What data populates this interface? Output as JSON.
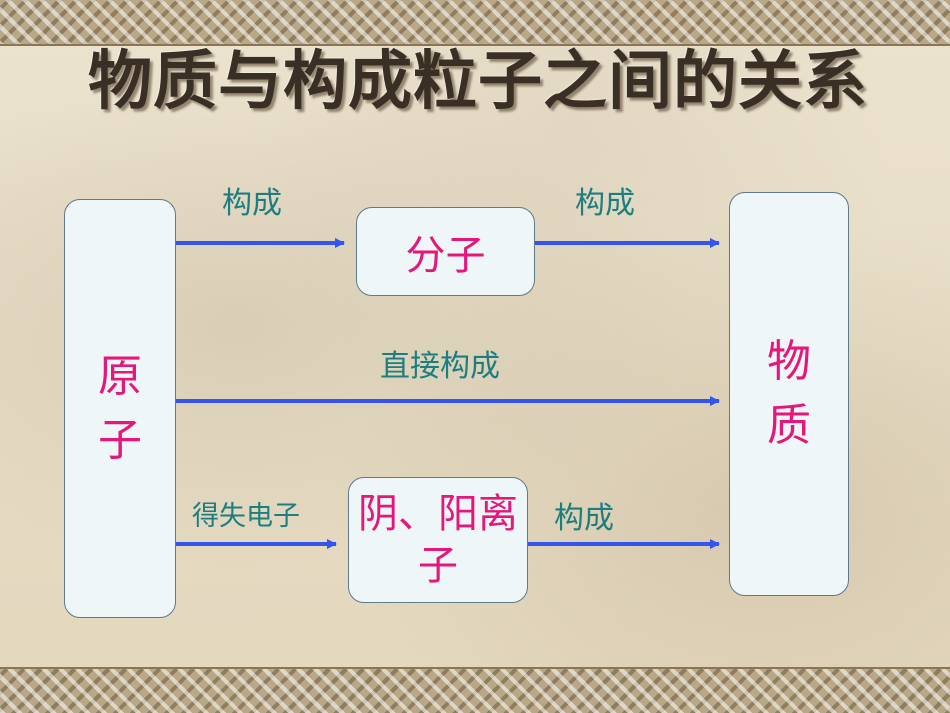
{
  "title": "物质与构成粒子之间的关系",
  "nodes": {
    "atom": "原子",
    "molecule": "分子",
    "ion": "阴、阳离子",
    "matter": "物质"
  },
  "edges": {
    "atom_to_molecule": "构成",
    "molecule_to_matter": "构成",
    "atom_to_matter": "直接构成",
    "atom_to_ion": "得失电子",
    "ion_to_matter": "构成"
  },
  "colors": {
    "node_text": "#e6177a",
    "edge_text": "#1d7e80",
    "arrow": "#3355ee",
    "box_fill": "#eef6f8"
  }
}
